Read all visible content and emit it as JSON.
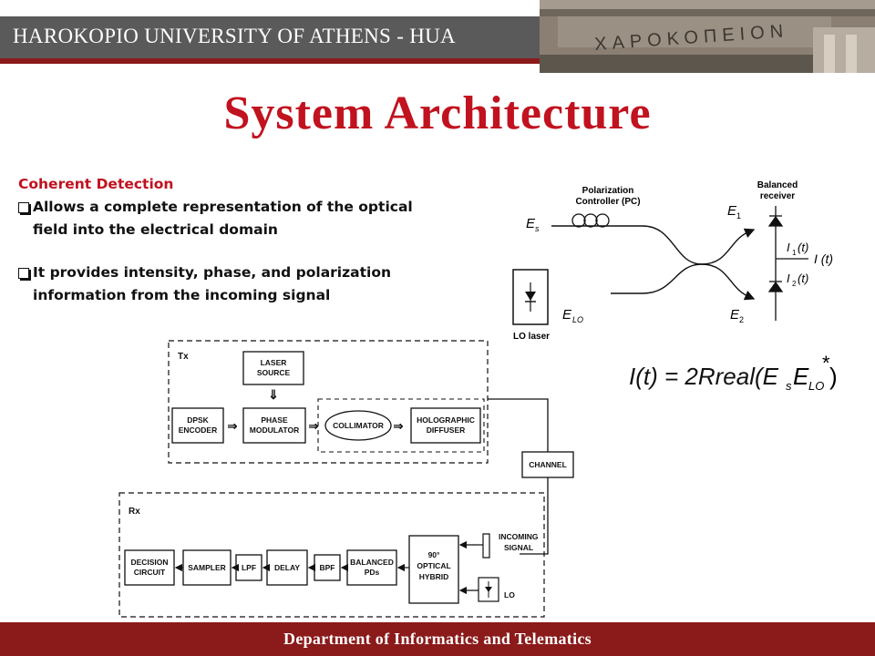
{
  "header": {
    "text": "HAROKOPIO UNIVERSITY OF ATHENS - HUA",
    "building_inscription": "ΧΑΡΟΚΟΠΕΙΟΝ"
  },
  "title": "System Architecture",
  "content": {
    "subtitle": "Coherent Detection",
    "bullets": [
      "Allows a complete representation of the optical field into the electrical domain",
      "It provides intensity, phase, and polarization information from the incoming signal"
    ]
  },
  "receiver_diagram": {
    "pc_label_1": "Polarization",
    "pc_label_2": "Controller (PC)",
    "br_label_1": "Balanced",
    "br_label_2": "receiver",
    "es": "E",
    "es_sub": "s",
    "e1": "E",
    "e1_sub": "1",
    "e2": "E",
    "e2_sub": "2",
    "elo": "E",
    "elo_sub": "LO",
    "i1": "I",
    "i1_sub": "1",
    "i1_arg": "(t)",
    "i2": "I",
    "i2_sub": "2",
    "i2_arg": "(t)",
    "it": "I (t)",
    "lo_laser": "LO laser"
  },
  "equation": {
    "lhs": "I(t) = 2Rreal(E",
    "s": "s",
    "e": "E",
    "lo": "LO",
    "close": ")",
    "star": "*"
  },
  "system_diagram": {
    "tx_label": "Tx",
    "rx_label": "Rx",
    "laser_1": "LASER",
    "laser_2": "SOURCE",
    "dpsk_1": "DPSK",
    "dpsk_2": "ENCODER",
    "phase_1": "PHASE",
    "phase_2": "MODULATOR",
    "collimator": "COLLIMATOR",
    "holo_1": "HOLOGRAPHIC",
    "holo_2": "DIFFUSER",
    "channel": "CHANNEL",
    "decision_1": "DECISION",
    "decision_2": "CIRCUIT",
    "sampler": "SAMPLER",
    "lpf": "LPF",
    "delay": "DELAY",
    "bpf": "BPF",
    "bal_1": "BALANCED",
    "bal_2": "PDs",
    "hyb_1": "90°",
    "hyb_2": "OPTICAL",
    "hyb_3": "HYBRID",
    "inc_1": "INCOMING",
    "inc_2": "SIGNAL",
    "lo": "LO"
  },
  "footer": {
    "text": "Department of Informatics and Telematics"
  }
}
